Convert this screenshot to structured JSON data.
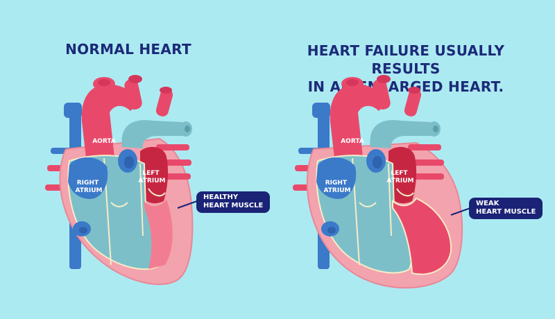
{
  "colors": {
    "background": "#ACEAF2",
    "title_text": "#1C2A78",
    "aorta_red": "#E8496A",
    "vein_blue": "#3B79C9",
    "inner_teal": "#7DBFC9",
    "muscle_pink": "#F2A3AE",
    "callout_navy": "#1A2376"
  },
  "left_panel": {
    "title": "NORMAL HEART",
    "labels": {
      "aorta": "AORTA",
      "right_atrium": [
        "RIGHT",
        "ATRIUM"
      ],
      "left_atrium": [
        "LEFT",
        "ATRIUM"
      ]
    },
    "callout": [
      "HEALTHY",
      "HEART MUSCLE"
    ]
  },
  "right_panel": {
    "title": [
      "HEART FAILURE USUALLY RESULTS",
      "IN AN ENLARGED HEART."
    ],
    "labels": {
      "aorta": "AORTA",
      "right_atrium": [
        "RIGHT",
        "ATRIUM"
      ],
      "left_atrium": [
        "LEFT",
        "ATRIUM"
      ]
    },
    "callout": [
      "WEAK",
      "HEART MUSCLE"
    ]
  }
}
